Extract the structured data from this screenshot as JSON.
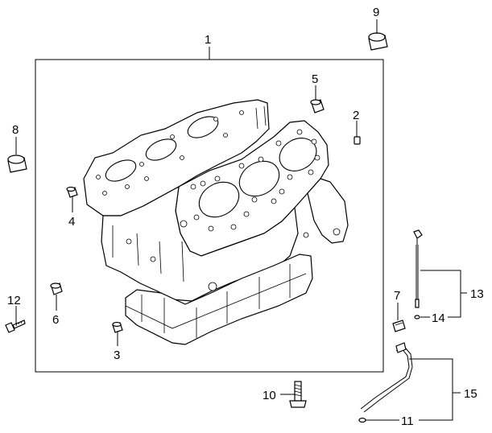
{
  "callouts": [
    {
      "id": "1",
      "label": "1"
    },
    {
      "id": "2",
      "label": "2"
    },
    {
      "id": "3",
      "label": "3"
    },
    {
      "id": "4",
      "label": "4"
    },
    {
      "id": "5",
      "label": "5"
    },
    {
      "id": "6",
      "label": "6"
    },
    {
      "id": "7",
      "label": "7"
    },
    {
      "id": "8",
      "label": "8"
    },
    {
      "id": "9",
      "label": "9"
    },
    {
      "id": "10",
      "label": "10"
    },
    {
      "id": "11",
      "label": "11"
    },
    {
      "id": "12",
      "label": "12"
    },
    {
      "id": "13",
      "label": "13"
    },
    {
      "id": "14",
      "label": "14"
    },
    {
      "id": "15",
      "label": "15"
    }
  ],
  "parts": [
    {
      "callout": "1",
      "name": "cylinder-block"
    },
    {
      "callout": "2",
      "name": "dowel-pin"
    },
    {
      "callout": "3",
      "name": "plug"
    },
    {
      "callout": "4",
      "name": "plug"
    },
    {
      "callout": "5",
      "name": "plug"
    },
    {
      "callout": "6",
      "name": "plug"
    },
    {
      "callout": "7",
      "name": "clamp"
    },
    {
      "callout": "8",
      "name": "expansion-plug"
    },
    {
      "callout": "9",
      "name": "expansion-plug"
    },
    {
      "callout": "10",
      "name": "bolt"
    },
    {
      "callout": "11",
      "name": "o-ring"
    },
    {
      "callout": "12",
      "name": "bolt"
    },
    {
      "callout": "13",
      "name": "oil-level-gauge-assembly"
    },
    {
      "callout": "14",
      "name": "o-ring"
    },
    {
      "callout": "15",
      "name": "oil-level-gauge-guide"
    }
  ]
}
